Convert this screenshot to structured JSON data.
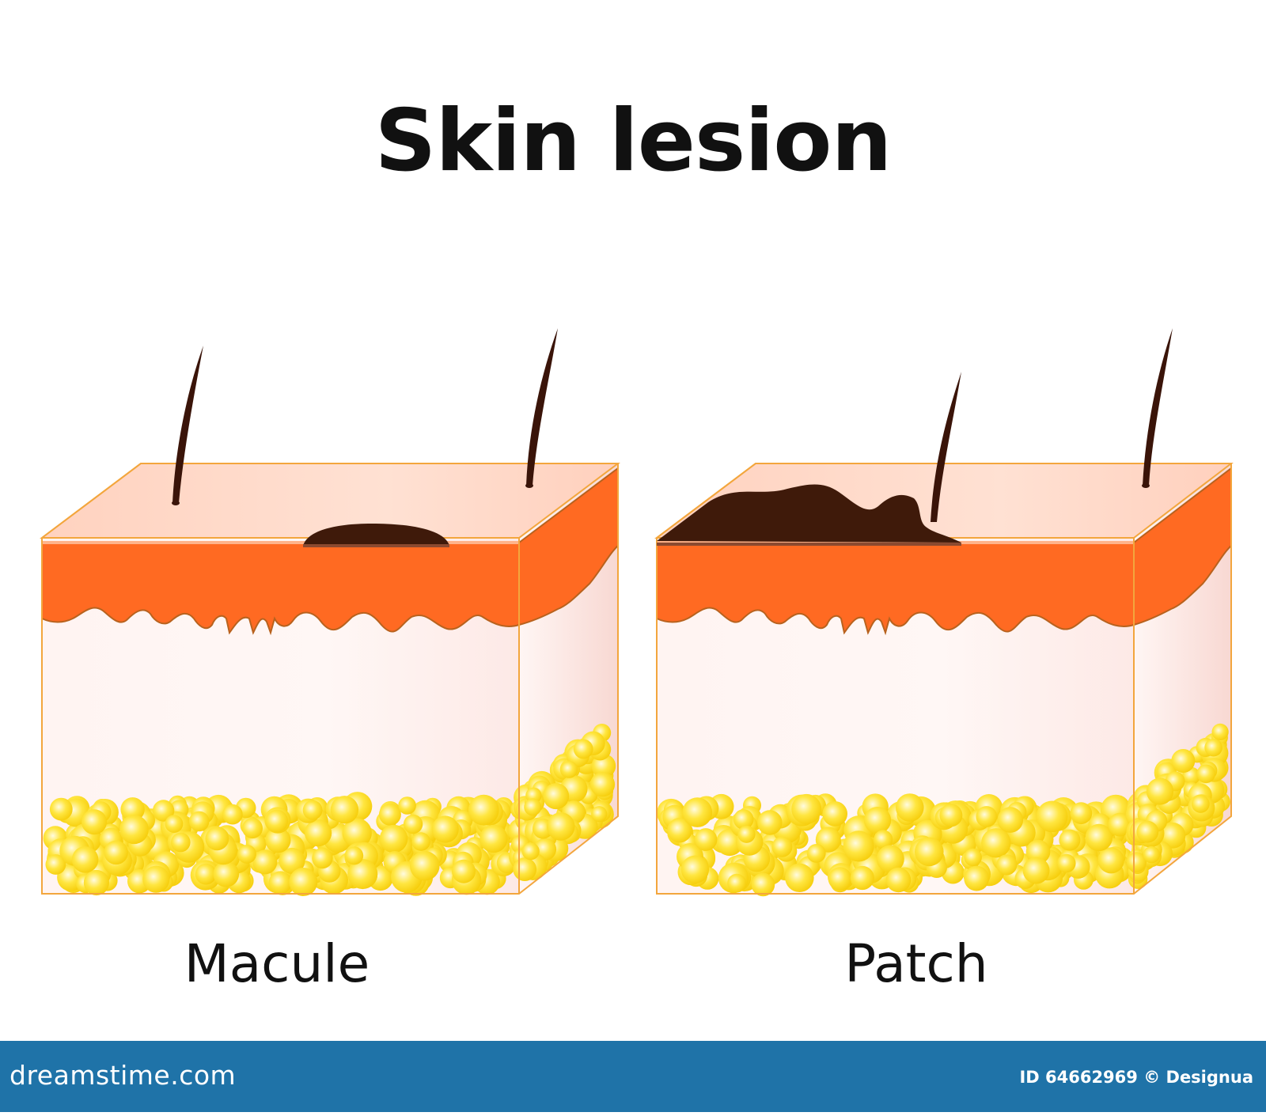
{
  "title": "Skin lesion",
  "panels": [
    {
      "label": "Macule"
    },
    {
      "label": "Patch"
    }
  ],
  "footer": {
    "brand": "dreamstime.com",
    "image_id": "ID 64662969 © Designua"
  },
  "watermark": "dreamstime",
  "colors": {
    "epidermis_top": "#ffd9c8",
    "epidermis": "#ff6a22",
    "dermis": "#fff2f0",
    "fat": "#ffd400",
    "lesion": "#3f1a0a",
    "hair": "#3a1409",
    "outline": "#f0a030",
    "footer": "#1f73a8"
  }
}
